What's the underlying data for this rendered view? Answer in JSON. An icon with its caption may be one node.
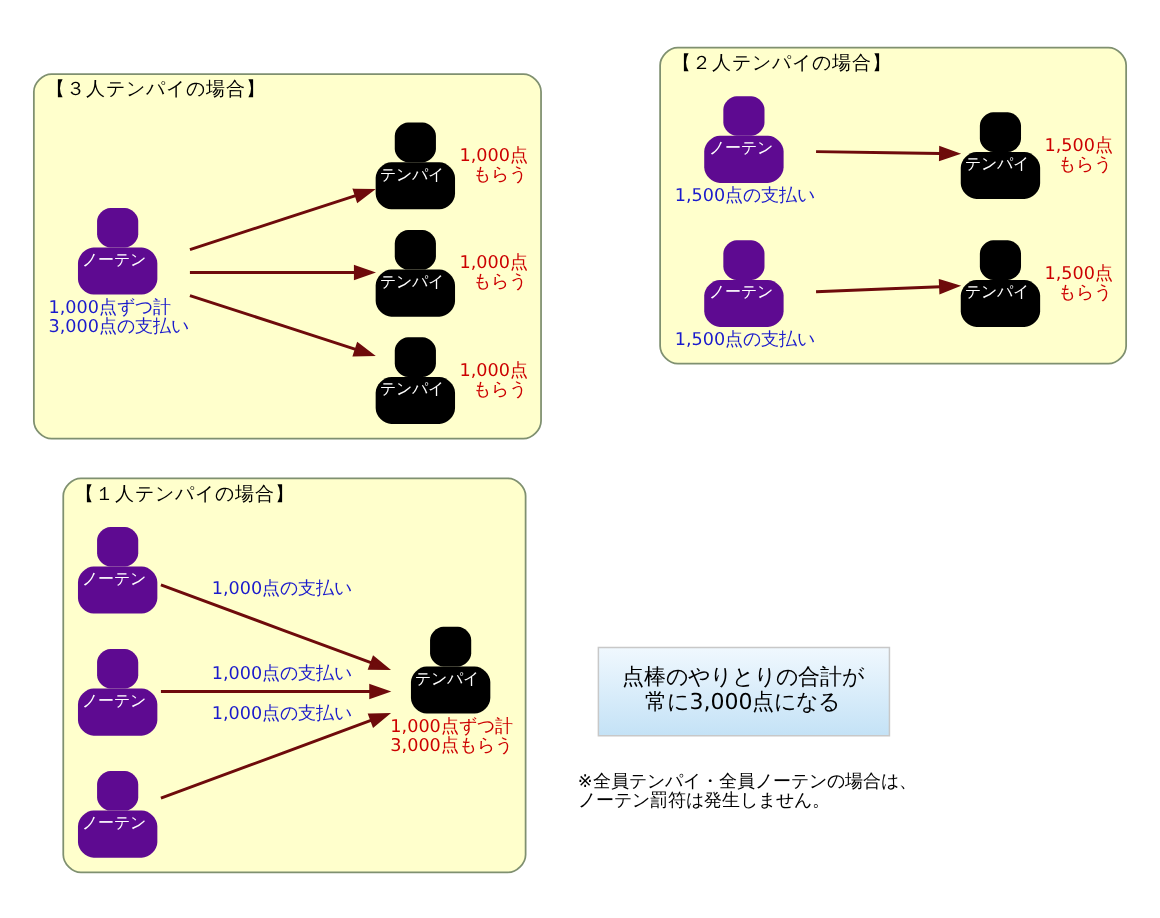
{
  "diagram": {
    "nodes": [
      {
        "text": [
          "【３人テンパイの場合】"
        ]
      },
      {
        "text": [
          "ノーテン"
        ],
        "in": 0,
        "beside": [
          "1,000点ずつ計3,000点の支払い"
        ]
      },
      {
        "text": [
          "テンパイ"
        ],
        "in": 0,
        "beside": [
          "1,000点もらう"
        ]
      },
      {
        "text": [
          "テンパイ"
        ],
        "in": 0,
        "beside": [
          "1,000点もらう"
        ]
      },
      {
        "text": [
          "テンパイ"
        ],
        "in": 0,
        "beside": [
          "1,000点もらう"
        ]
      },
      {
        "text": [
          "【２人テンパイの場合】"
        ]
      },
      {
        "text": [
          "ノーテン"
        ],
        "in": 5,
        "beside": [
          "1,500点の支払い"
        ]
      },
      {
        "text": [
          "テンパイ"
        ],
        "in": 5,
        "beside": [
          "1,500点もらう"
        ]
      },
      {
        "text": [
          "ノーテン"
        ],
        "in": 5,
        "beside": [
          "1,500点の支払い"
        ]
      },
      {
        "text": [
          "テンパイ"
        ],
        "in": 5,
        "beside": [
          "1,500点もらう"
        ]
      },
      {
        "text": [
          "【１人テンパイの場合】"
        ]
      },
      {
        "text": [
          "ノーテン"
        ],
        "in": 10
      },
      {
        "text": [
          "ノーテン"
        ],
        "in": 10
      },
      {
        "text": [
          "ノーテン"
        ],
        "in": 10
      },
      {
        "text": [
          "テンパイ"
        ],
        "in": 10,
        "beside": [
          "1,000点ずつ計3,000点もらう"
        ]
      },
      {
        "text": [
          "点棒のやりとりの合計が常に3,000点になる"
        ]
      }
    ],
    "edges": [
      {
        "from": 1,
        "to": 2,
        "arrow": "to"
      },
      {
        "from": 1,
        "to": 3,
        "arrow": "to"
      },
      {
        "from": 1,
        "to": 4,
        "arrow": "to"
      },
      {
        "from": 6,
        "to": 7,
        "arrow": "to"
      },
      {
        "from": 8,
        "to": 9,
        "arrow": "to"
      },
      {
        "from": 11,
        "to": 14,
        "arrow": "to",
        "label": "1,000点の支払い"
      },
      {
        "from": 12,
        "to": 14,
        "arrow": "to",
        "label": "1,000点の支払い"
      },
      {
        "from": 13,
        "to": 14,
        "arrow": "to",
        "label": "1,000点の支払い"
      }
    ],
    "labels": [
      "※全員テンパイ・全員ノーテンの場合は、ノーテン罰符は発生しません。"
    ]
  }
}
